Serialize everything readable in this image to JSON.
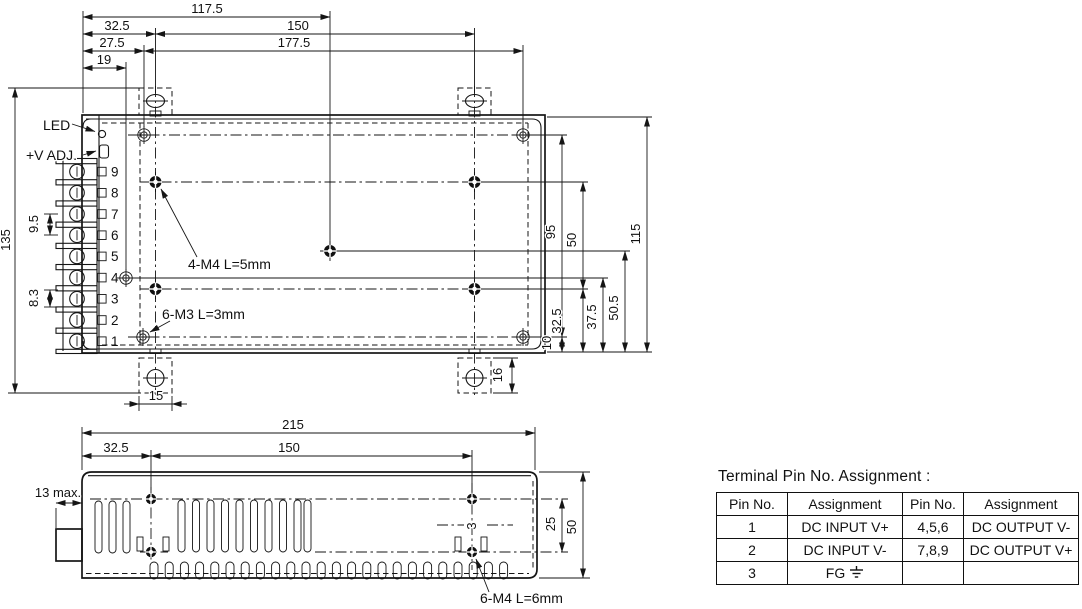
{
  "top_view": {
    "led_label": "LED",
    "vadj_label": "+V ADJ.",
    "m4_label": "4-M4 L=5mm",
    "m3_label": "6-M3 L=3mm",
    "pins": [
      "9",
      "8",
      "7",
      "6",
      "5",
      "4",
      "3",
      "2",
      "1"
    ],
    "dims": {
      "d117_5": "117.5",
      "d32_5": "32.5",
      "d150": "150",
      "d27_5": "27.5",
      "d177_5": "177.5",
      "d19": "19",
      "d135": "135",
      "d9_5": "9.5",
      "d8_3": "8.3",
      "d95": "95",
      "d50": "50",
      "d115": "115",
      "d50_5": "50.5",
      "d37_5": "37.5",
      "d32_5b": "32.5",
      "d10": "10",
      "d16": "16",
      "d15": "15"
    }
  },
  "side_view": {
    "m4_label": "6-M4 L=6mm",
    "d13_label": "13 max.",
    "dims": {
      "d215": "215",
      "d32_5": "32.5",
      "d150": "150",
      "d25": "25",
      "d50": "50",
      "d3": "3"
    }
  },
  "pin_table": {
    "title": "Terminal Pin No. Assignment :",
    "headers": [
      "Pin No.",
      "Assignment",
      "Pin No.",
      "Assignment"
    ],
    "rows": [
      [
        "1",
        "DC INPUT V+",
        "4,5,6",
        "DC OUTPUT V-"
      ],
      [
        "2",
        "DC INPUT V-",
        "7,8,9",
        "DC OUTPUT V+"
      ],
      [
        "3",
        "FG",
        "",
        ""
      ]
    ]
  }
}
